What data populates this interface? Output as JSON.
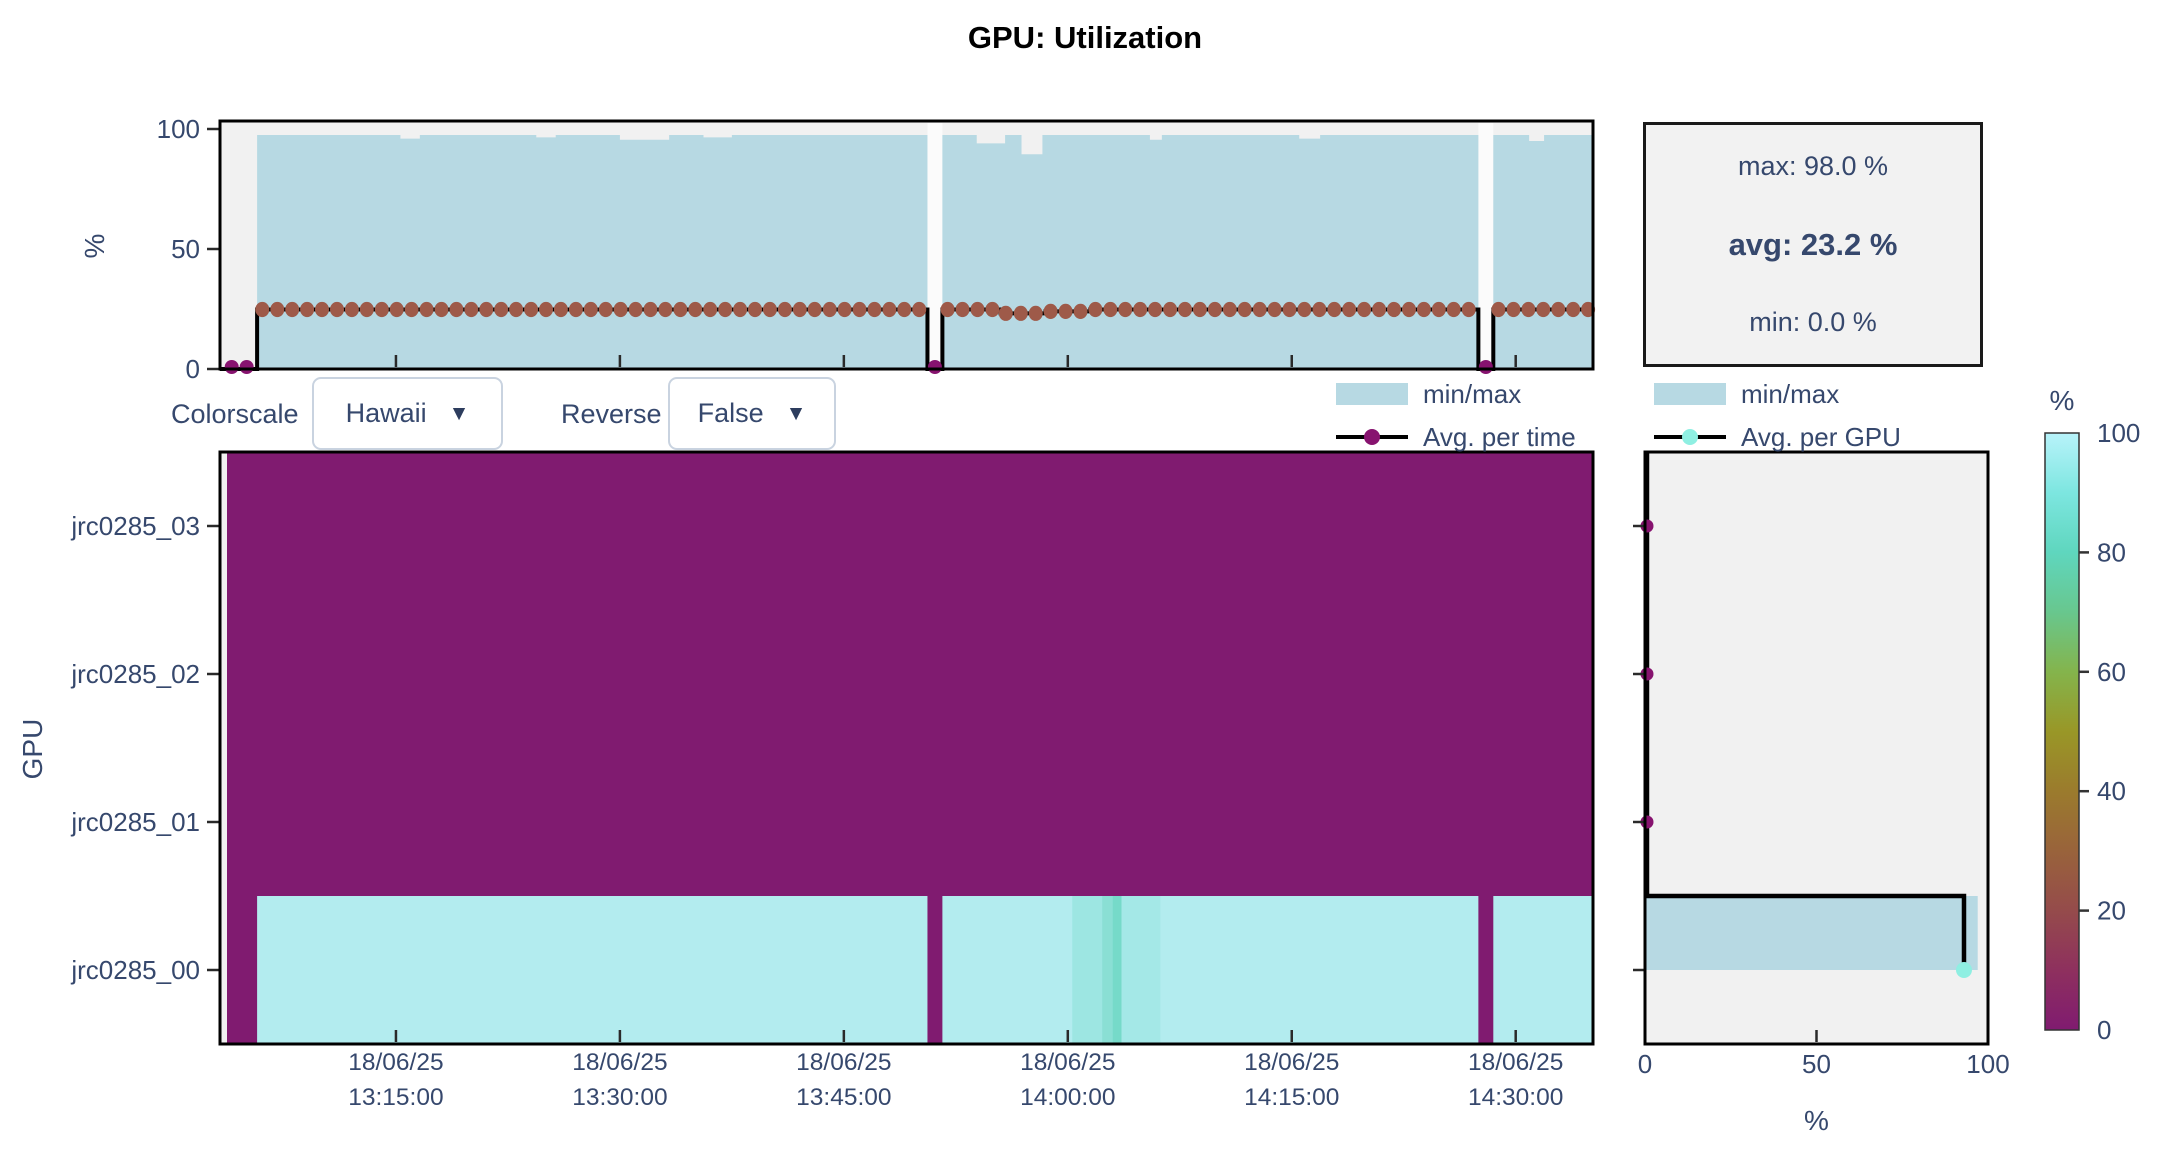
{
  "title": "GPU: Utilization",
  "controls": {
    "colorscale_label": "Colorscale",
    "colorscale_value": "Hawaii",
    "reverse_label": "Reverse",
    "reverse_value": "False",
    "dropdown_arrow": "▼"
  },
  "stats": {
    "max": "max: 98.0 %",
    "avg": "avg: 23.2 %",
    "min": "min: 0.0 %"
  },
  "legend_time": {
    "minmax_label": "min/max",
    "avg_label": "Avg. per time"
  },
  "legend_gpu": {
    "minmax_label": "min/max",
    "avg_label": "Avg. per GPU"
  },
  "colors": {
    "minmax_band": "#b7d9e3",
    "avg_line": "#000000",
    "avg_time_marker": "#9e5a49",
    "zero_marker": "#87136f",
    "avg_gpu_marker": "#8fefe2",
    "heat_low": "#801b70",
    "heat_high": "#b3ecef",
    "plot_bg": "#f1f1f1",
    "gap_fill": "#fbfbfb",
    "panel_bg": "#f2f2f2",
    "text_navy": "#36486d",
    "axis_black": "#1a1a1a"
  },
  "chart_data": [
    {
      "id": "utilization-timeline",
      "type": "band+line",
      "title": "GPU: Utilization",
      "ylabel": "%",
      "yticks": [
        0,
        50,
        100
      ],
      "ylim": [
        0,
        100
      ],
      "x_axis": {
        "tick_date": "18/06/25",
        "tick_times": [
          "13:15:00",
          "13:30:00",
          "13:45:00",
          "14:00:00",
          "14:15:00",
          "14:30:00"
        ],
        "tick_minutes": [
          15,
          30,
          45,
          60,
          75,
          90
        ],
        "range_minutes": [
          3.2,
          95.2
        ]
      },
      "minmax_band": {
        "min_pct": 0,
        "max_pct_default": 97.5,
        "segments": [
          [
            5.7,
            50.6
          ],
          [
            51.6,
            87.5
          ],
          [
            88.5,
            95.2
          ]
        ],
        "max_dips": [
          [
            15.3,
            16.6,
            96
          ],
          [
            24.4,
            25.7,
            96.5
          ],
          [
            30.0,
            33.3,
            95.5
          ],
          [
            35.6,
            37.5,
            96.5
          ],
          [
            53.9,
            55.8,
            94
          ],
          [
            56.9,
            58.3,
            89.5
          ],
          [
            65.5,
            66.3,
            95.5
          ],
          [
            75.5,
            76.9,
            96
          ],
          [
            90.9,
            91.9,
            95
          ]
        ]
      },
      "avg_per_time": {
        "marker_interval_min": 1,
        "segments": [
          [
            5.7,
            50.6,
            24.8
          ],
          [
            51.6,
            55.5,
            24.8
          ],
          [
            55.5,
            58.5,
            23.2
          ],
          [
            58.5,
            61.5,
            24.0
          ],
          [
            61.5,
            87.5,
            24.8
          ],
          [
            88.5,
            95.2,
            24.8
          ]
        ],
        "zero_markers_min": [
          4.0,
          5.0,
          51.1,
          88.0
        ]
      },
      "legend": [
        "min/max",
        "Avg. per time"
      ]
    },
    {
      "id": "gpu-heatmap",
      "type": "heatmap",
      "ylabel": "GPU",
      "rows": [
        "jrc0285_03",
        "jrc0285_02",
        "jrc0285_01",
        "jrc0285_00"
      ],
      "row_avg_pct": [
        0,
        0,
        0,
        93
      ],
      "data_start_min": 3.5,
      "active_row": "jrc0285_00",
      "active_from_min": 5.7,
      "gap_bars_min": [
        [
          50.6,
          51.6
        ],
        [
          87.5,
          88.5
        ]
      ],
      "stripes": [
        [
          60.3,
          62.3,
          85,
          "#9de6e2"
        ],
        [
          62.3,
          63.0,
          78,
          "#8adfd4"
        ],
        [
          63.0,
          63.6,
          70,
          "#76dac9"
        ],
        [
          63.6,
          66.2,
          88,
          "#a4e8e7"
        ]
      ]
    },
    {
      "id": "avg-per-gpu",
      "type": "step-line",
      "xlabel": "%",
      "xticks": [
        0,
        50,
        100
      ],
      "xlim": [
        0,
        100
      ],
      "rows": [
        "jrc0285_03",
        "jrc0285_02",
        "jrc0285_01",
        "jrc0285_00"
      ],
      "values_pct": [
        0,
        0,
        0,
        93
      ],
      "minmax_bottom_row": [
        0,
        97
      ],
      "legend": [
        "min/max",
        "Avg. per GPU"
      ]
    },
    {
      "id": "colorbar",
      "type": "colorbar",
      "title": "%",
      "colorscale": "Hawaii",
      "ticks": [
        0,
        20,
        40,
        60,
        80,
        100
      ],
      "gradient_stops": [
        [
          0.0,
          "#801b70"
        ],
        [
          0.1,
          "#8e305e"
        ],
        [
          0.2,
          "#954b4b"
        ],
        [
          0.3,
          "#99633b"
        ],
        [
          0.4,
          "#9b7b2d"
        ],
        [
          0.5,
          "#999727"
        ],
        [
          0.6,
          "#84b44c"
        ],
        [
          0.7,
          "#68c78e"
        ],
        [
          0.8,
          "#5fd6be"
        ],
        [
          0.9,
          "#7de6e0"
        ],
        [
          1.0,
          "#b8f3fa"
        ]
      ]
    }
  ]
}
